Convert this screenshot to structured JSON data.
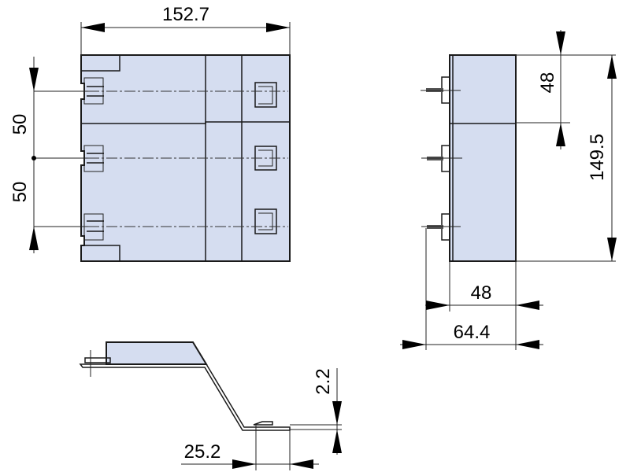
{
  "drawing": {
    "front_view": {
      "width_dim": "152.7",
      "pitch_dims": [
        "50",
        "50"
      ]
    },
    "side_view": {
      "module_height_dim": "48",
      "total_height_dim": "149.5",
      "depth_dim": "48",
      "overall_depth_dim": "64.4"
    },
    "bottom_view": {
      "offset_dim": "25.2",
      "thickness_dim": "2.2"
    },
    "colors": {
      "body_fill": "#d5ddf0",
      "line": "#1a1a1a"
    }
  }
}
